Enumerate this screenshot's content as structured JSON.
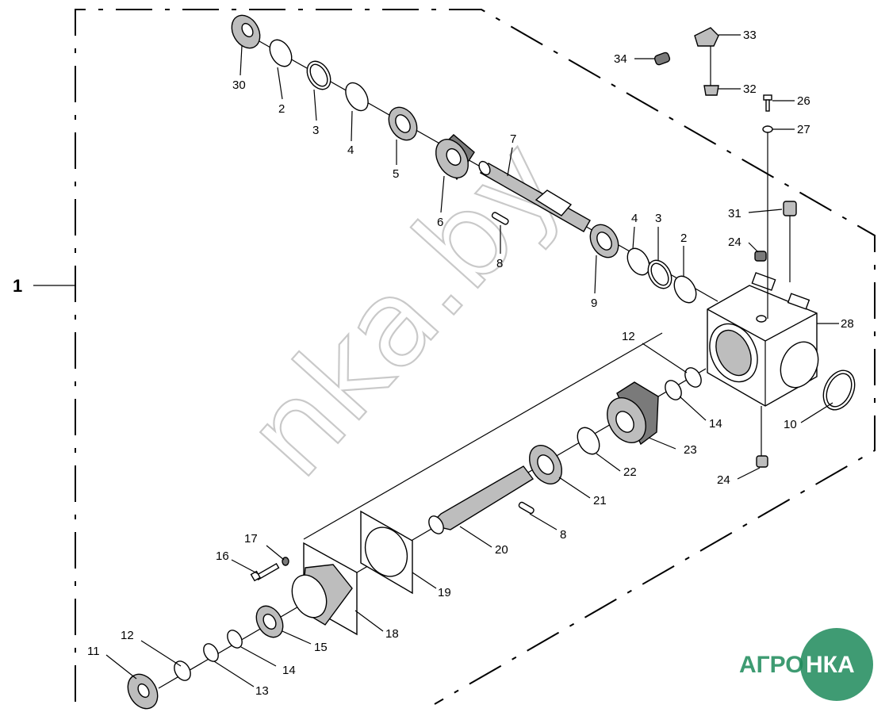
{
  "assembly_number": "1",
  "callouts": {
    "c30": "30",
    "c2a": "2",
    "c3a": "3",
    "c4a": "4",
    "c5": "5",
    "c6": "6",
    "c7": "7",
    "c8a": "8",
    "c9": "9",
    "c4b": "4",
    "c3b": "3",
    "c2b": "2",
    "c33": "33",
    "c34": "34",
    "c32": "32",
    "c26": "26",
    "c27": "27",
    "c31": "31",
    "c24a": "24",
    "c28": "28",
    "c12a": "12",
    "c14a": "14",
    "c10": "10",
    "c23": "23",
    "c24b": "24",
    "c22": "22",
    "c21": "21",
    "c8b": "8",
    "c20": "20",
    "c19": "19",
    "c17": "17",
    "c16": "16",
    "c18": "18",
    "c15": "15",
    "c14b": "14",
    "c12b": "12",
    "c11": "11",
    "c13": "13"
  },
  "watermark": "nka.by",
  "logo": {
    "text_left": "АГРО",
    "text_right": "НКА",
    "color": "#1d8a5a"
  }
}
